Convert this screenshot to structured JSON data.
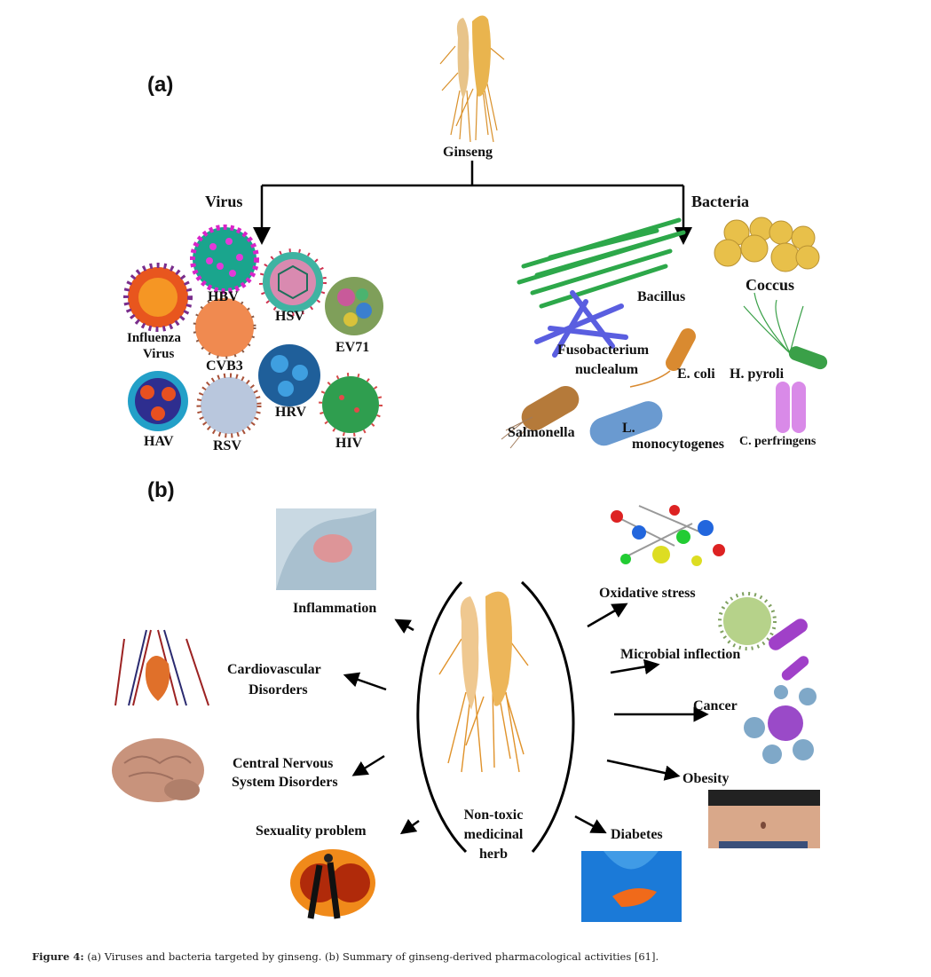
{
  "panel_a": {
    "label": "(a)",
    "root": "Ginseng",
    "branches": {
      "virus": {
        "title": "Virus",
        "items": [
          "HBV",
          "HSV",
          "Influenza Virus",
          "EV71",
          "CVB3",
          "HRV",
          "HAV",
          "RSV",
          "HIV"
        ]
      },
      "bacteria": {
        "title": "Bacteria",
        "items": [
          "Bacillus",
          "Coccus",
          "Fusobacterium nuclealum",
          "E. coli",
          "H. pyroli",
          "Salmonella",
          "L. monocytogenes",
          "C. perfringens"
        ]
      }
    },
    "virus_labels": {
      "hbv": "HBV",
      "hsv": "HSV",
      "influenza_1": "Influenza",
      "influenza_2": "Virus",
      "ev71": "EV71",
      "cvb3": "CVB3",
      "hrv": "HRV",
      "hav": "HAV",
      "rsv": "RSV",
      "hiv": "HIV"
    },
    "bacteria_labels": {
      "bacillus": "Bacillus",
      "coccus": "Coccus",
      "fuso_1": "Fusobacterium",
      "fuso_2": "nuclealum",
      "ecoli": "E. coli",
      "hpyroli": "H. pyroli",
      "salmonella": "Salmonella",
      "listeria_1": "L.",
      "listeria_2": "monocytogenes",
      "cperf": "C. perfringens"
    }
  },
  "panel_b": {
    "label": "(b)",
    "center_1": "Non-toxic",
    "center_2": "medicinal",
    "center_3": "herb",
    "activities": {
      "inflammation": "Inflammation",
      "cardio_1": "Cardiovascular",
      "cardio_2": "Disorders",
      "cns_1": "Central Nervous",
      "cns_2": "System Disorders",
      "sexuality": "Sexuality problem",
      "oxidative": "Oxidative stress",
      "microbial": "Microbial inflection",
      "cancer": "Cancer",
      "obesity": "Obesity",
      "diabetes": "Diabetes"
    }
  },
  "caption": {
    "prefix": "Figure 4:",
    "text": " (a) Viruses and bacteria targeted by ginseng. (b) Summary of ginseng-derived pharmacological activities [61]."
  },
  "colors": {
    "ginseng": "#e3a33c",
    "line": "#000000"
  }
}
